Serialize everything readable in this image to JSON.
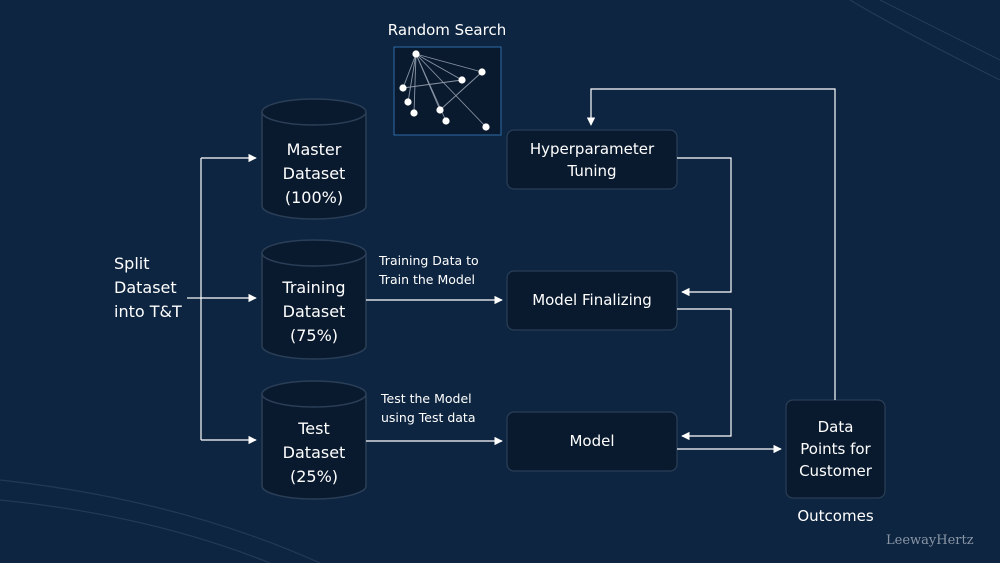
{
  "split": {
    "line1": "Split",
    "line2": "Dataset",
    "line3": "into T&T"
  },
  "master": {
    "line1": "Master",
    "line2": "Dataset",
    "line3": "(100%)"
  },
  "training": {
    "line1": "Training",
    "line2": "Dataset",
    "line3": "(75%)"
  },
  "test": {
    "line1": "Test",
    "line2": "Dataset",
    "line3": "(25%)"
  },
  "random_search": {
    "title": "Random Search"
  },
  "hyperparameter": {
    "line1": "Hyperparameter",
    "line2": "Tuning"
  },
  "model_finalizing": {
    "label": "Model Finalizing"
  },
  "model": {
    "label": "Model"
  },
  "data_points": {
    "line1": "Data",
    "line2": "Points for",
    "line3": "Customer"
  },
  "outcomes": {
    "label": "Outcomes"
  },
  "training_note": {
    "line1": "Training Data to",
    "line2": "Train the Model"
  },
  "test_note": {
    "line1": "Test the Model",
    "line2": "using Test data"
  },
  "brand": {
    "label": "LeewayHertz"
  },
  "colors": {
    "background": "#0d2540",
    "box_fill": "#0a1a2e",
    "box_border": "#2a3f57",
    "arrow": "#ffffff",
    "accent_frame": "#2f6ca8"
  }
}
